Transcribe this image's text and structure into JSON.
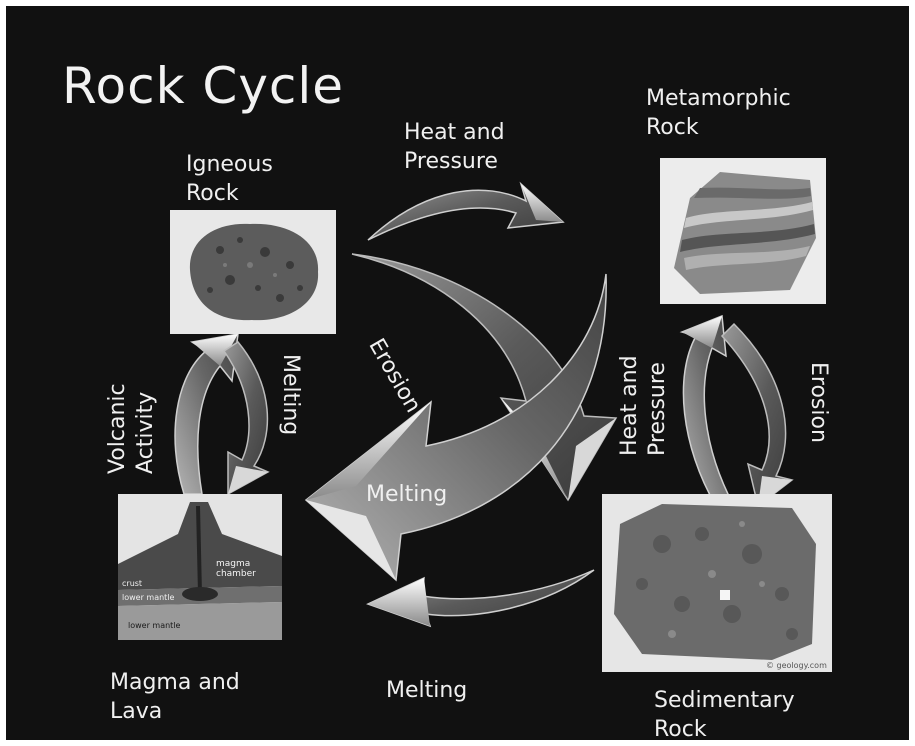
{
  "title": "Rock Cycle",
  "nodes": {
    "igneous": "Igneous\nRock",
    "metamorphic": "Metamorphic\nRock",
    "sedimentary": "Sedimentary\nRock",
    "magma": "Magma and\nLava"
  },
  "processes": {
    "heat_pressure_top": "Heat and\nPressure",
    "erosion_center": "Erosion",
    "melting_left": "Melting",
    "volcanic": "Volcanic\nActivity",
    "melting_center": "Melting",
    "heat_pressure_right": "Heat and\nPressure",
    "erosion_right": "Erosion",
    "melting_bottom": "Melting"
  },
  "magma_diagram": {
    "chamber": "magma\nchamber",
    "upper": "lower mantle",
    "lower": "lower mantle",
    "crust": "crust"
  },
  "credit": "© geology.com",
  "colors": {
    "background": "#111111",
    "text": "#f0f0f0"
  }
}
